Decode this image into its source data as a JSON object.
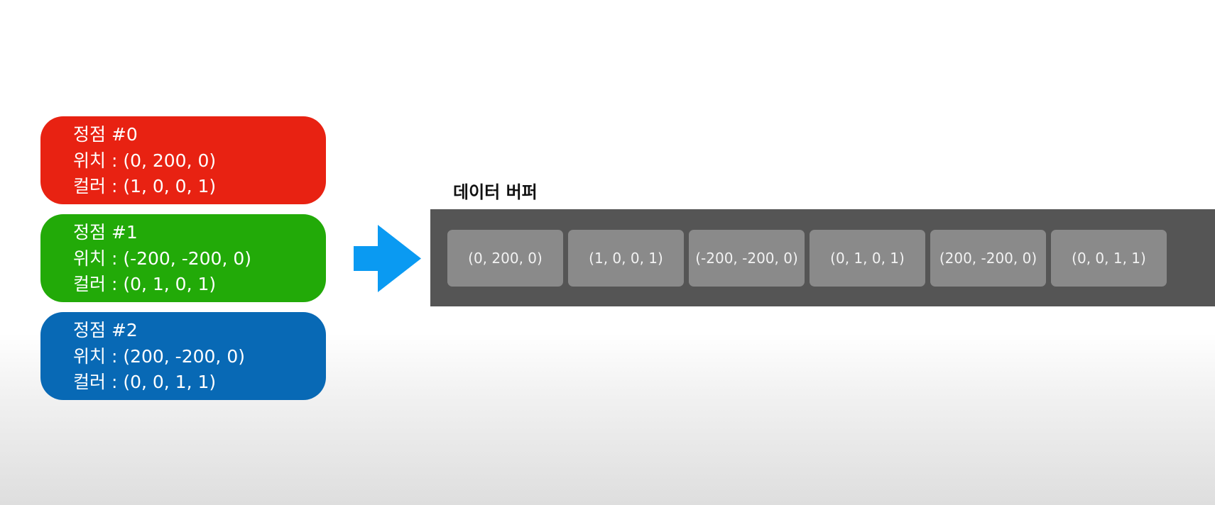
{
  "vertices": [
    {
      "title": "정점 #0",
      "position": "위치 : (0, 200, 0)",
      "color_text": "컬러 : (1, 0, 0, 1)",
      "bg": "#e82212"
    },
    {
      "title": "정점 #1",
      "position": "위치 : (-200, -200, 0)",
      "color_text": "컬러 : (0, 1, 0, 1)",
      "bg": "#22aa08"
    },
    {
      "title": "정점 #2",
      "position": "위치 : (200, -200, 0)",
      "color_text": "컬러 : (0, 0, 1, 1)",
      "bg": "#0869b5"
    }
  ],
  "arrow": {
    "icon": "right-arrow-icon",
    "color": "#0a9af2"
  },
  "buffer": {
    "title": "데이터 버퍼",
    "bar_color": "#555555",
    "cell_color": "#8a8a8a",
    "cells": [
      "(0, 200, 0)",
      "(1, 0, 0, 1)",
      "(-200, -200, 0)",
      "(0, 1, 0, 1)",
      "(200, -200, 0)",
      "(0, 0, 1, 1)"
    ]
  }
}
